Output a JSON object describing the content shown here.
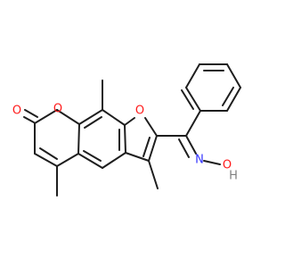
{
  "molecule": {
    "atoms": {
      "carbonyl_oxygen": "O",
      "ring_oxygen": "O",
      "furan_oxygen": "O",
      "oxime_nitrogen": "N",
      "hydroxyl_oxygen": "O",
      "hydroxyl_hydrogen": "H"
    },
    "colors": {
      "bond": "#1e1e1e",
      "oxygen": "#ff1a1a",
      "nitrogen": "#3333ff",
      "hydrogen": "#808080",
      "background": "#ffffff"
    }
  }
}
